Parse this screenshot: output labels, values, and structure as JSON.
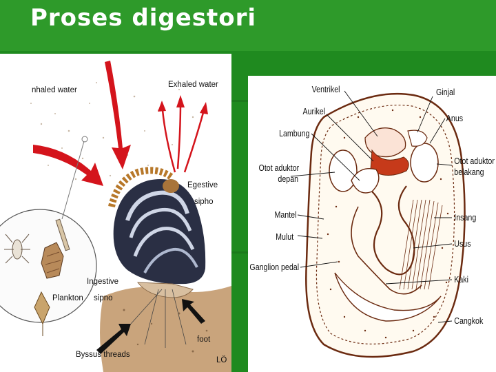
{
  "slide": {
    "title": "Proses digestori",
    "background_color": "#1f8a1f"
  },
  "left_diagram": {
    "labels": {
      "inhaled_water": "nhaled water",
      "exhaled_water": "Exhaled water",
      "egestive_siphon_1": "Egestive",
      "egestive_siphon_2": "sipho",
      "plankton": "Plankton",
      "ingestive_siphon_1": "Ingestive",
      "ingestive_siphon_2": "sipno",
      "byssus_threads": "Byssus threads",
      "foot": "foot",
      "corner_mark": "LÖ"
    },
    "colors": {
      "arrow_red": "#d4141c",
      "shell_dark": "#2a2f44",
      "shell_light": "#cfd6e6"
    }
  },
  "right_diagram": {
    "labels": {
      "ventrikel": "Ventrikel",
      "ginjal": "Ginjal",
      "aurikel": "Aurikel",
      "anus": "Anus",
      "lambung": "Lambung",
      "otot_aduktor_depan_1": "Otot aduktor",
      "otot_aduktor_depan_2": "depan",
      "otot_aduktor_belakang_1": "Otot aduktor",
      "otot_aduktor_belakang_2": "belakang",
      "mantel": "Mantel",
      "insang": "Insang",
      "mulut": "Mulut",
      "usus": "Usus",
      "ganglion_pedal": "Ganglion pedal",
      "kaki": "Kaki",
      "cangkok": "Cangkok"
    },
    "colors": {
      "line": "#6b2a10",
      "accent": "#c63a1a"
    }
  }
}
